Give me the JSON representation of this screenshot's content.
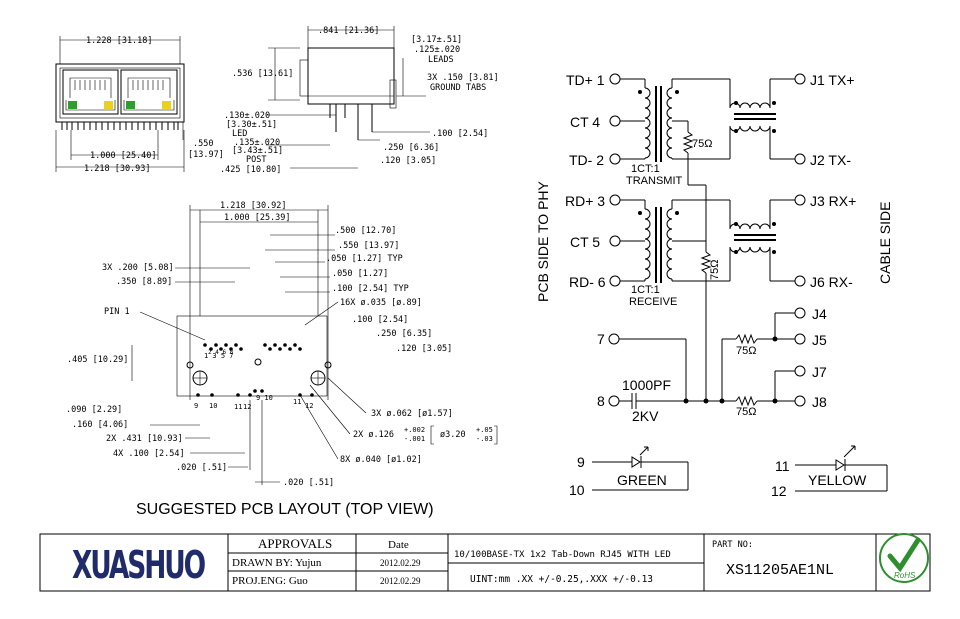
{
  "top_view": {
    "d1228": "1.228 [31.18]",
    "d1000": "1.000 [25.40]",
    "d1218": "1.218 [30.93]",
    "d550": ".550\n[13.97]"
  },
  "side_view": {
    "d841": ".841 [21.36]",
    "d536": ".536 [13.61]",
    "d317": "[3.17±.51]",
    "d125": ".125±.020",
    "leads": "LEADS",
    "gnd1": "3X .150 [3.81]",
    "gnd2": "GROUND TABS",
    "d130": ".130±.020",
    "d330": "[3.30±.51]",
    "led": "LED",
    "d135": ".135±.020",
    "d343": "[3.43±.51]",
    "post": "POST",
    "d425": ".425 [10.80]",
    "d250": ".250 [6.36]",
    "d100": ".100 [2.54]",
    "d120": ".120 [3.05]"
  },
  "pcb_layout": {
    "d1218": "1.218 [30.92]",
    "d1000": "1.000 [25.39]",
    "d500": ".500 [12.70]",
    "d550": ".550 [13.97]",
    "d050typ": ".050 [1.27] TYP",
    "d050": ".050 [1.27]",
    "d100typ": ".100 [2.54] TYP",
    "h16x": "16X ø.035 [ø.89]",
    "d100": ".100 [2.54]",
    "d250": ".250 [6.35]",
    "d120": ".120 [3.05]",
    "d3x200": "3X .200 [5.08]",
    "d350": ".350 [8.89]",
    "pin1": "PIN 1",
    "d405": ".405 [10.29]",
    "d090": ".090 [2.29]",
    "d160": ".160 [4.06]",
    "d2x431": "2X .431 [10.93]",
    "d4x100": "4X .100 [2.54]",
    "d020a": ".020 [.51]",
    "d020b": ".020 [.51]",
    "h3x062": "3X ø.062 [ø1.57]",
    "h2x126": "2X ø.126",
    "tol126": "+.002 / -.001",
    "h320": "ø3.20",
    "tol320": "+.05 / -.03",
    "h8x040": "8X ø.040 [ø1.02]",
    "caption": "SUGGESTED PCB LAYOUT (TOP VIEW)"
  },
  "schematic": {
    "pins_left": [
      "TD+ 1",
      "CT  4",
      "TD- 2",
      "RD+ 3",
      "CT  5",
      "RD- 6",
      "7",
      "8"
    ],
    "pins_right": [
      "J1 TX+",
      "J2 TX-",
      "J3 RX+",
      "J6 RX-",
      "J4",
      "J5",
      "J7",
      "J8"
    ],
    "ratio_tx": "1CT:1",
    "label_tx": "TRANSMIT",
    "ratio_rx": "1CT:1",
    "label_rx": "RECEIVE",
    "r1": "75Ω",
    "r2": "75Ω",
    "r3": "75Ω",
    "r4": "75Ω",
    "cap": "1000PF",
    "cap_v": "2KV",
    "left_side": "PCB SIDE TO PHY",
    "right_side": "CABLE SIDE",
    "led_green_pins": [
      "9",
      "10"
    ],
    "led_green": "GREEN",
    "led_yellow_pins": [
      "11",
      "12"
    ],
    "led_yellow": "YELLOW"
  },
  "title_block": {
    "logo": "XUASHUO",
    "approvals": "APPROVALS",
    "date_header": "Date",
    "drawn_by": "DRAWN BY:  Yujun",
    "drawn_date": "2012.02.29",
    "proj_eng": "PROJ.ENG:  Guo",
    "proj_date": "2012.02.29",
    "description": "10/100BASE-TX 1x2 Tab-Down RJ45 WITH LED",
    "units": "UINT:mm .XX +/-0.25,.XXX +/-0.13",
    "part_label": "PART NO:",
    "part_no": "XS11205AE1NL",
    "rohs": "RoHS"
  },
  "colors": {
    "logo": "#1f2b6b",
    "led_green": "#2e9e2e",
    "led_yellow": "#e8d21e",
    "rohs": "#2f8f2f"
  }
}
